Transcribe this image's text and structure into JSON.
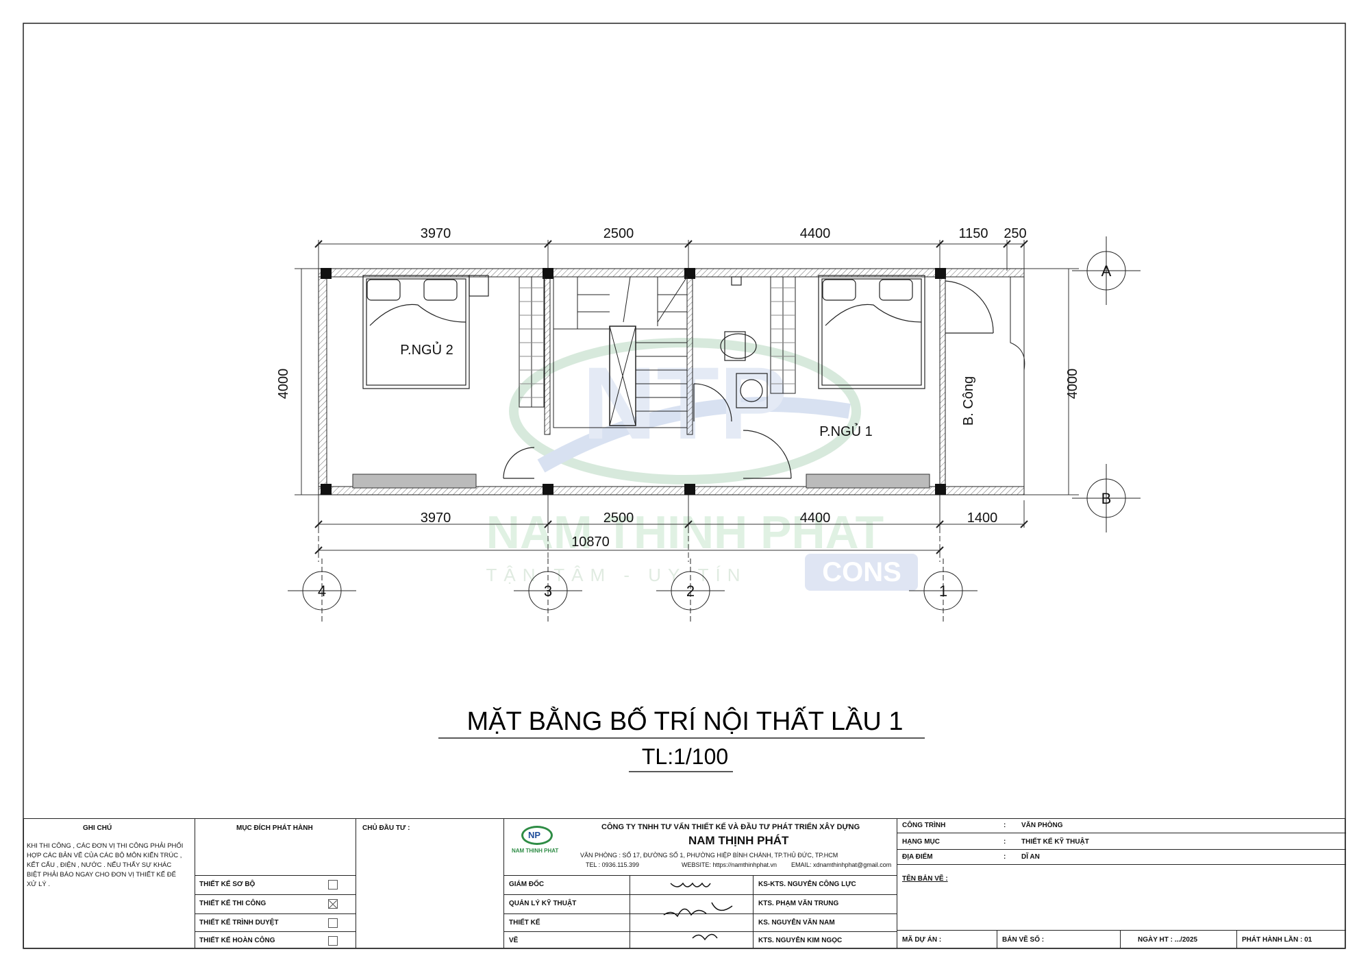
{
  "drawing": {
    "title": "MẶT BẰNG BỐ TRÍ NỘI THẤT LẦU 1",
    "scale": "TL:1/100",
    "dims_top": [
      "3970",
      "2500",
      "4400",
      "1150",
      "250"
    ],
    "dims_bottom": [
      "3970",
      "2500",
      "4400",
      "1400"
    ],
    "dim_total": "10870",
    "dim_left": "4000",
    "dim_right": "4000",
    "axes_cols": [
      "4",
      "3",
      "2",
      "1"
    ],
    "axes_rows": [
      "A",
      "B"
    ],
    "rooms": {
      "bedroom2": "P.NGỦ 2",
      "bedroom1": "P.NGỦ 1",
      "gate": "B. Công"
    },
    "watermark": {
      "name": "NAM THINH PHAT",
      "slogan": "TẬN TÂM - UY TÍN",
      "badge": "CONS",
      "logo": "NTP"
    }
  },
  "titleblock": {
    "notes_header": "GHI CHÚ",
    "notes_text": [
      "KHI THI CÔNG , CÁC ĐƠN VỊ THI CÔNG PHẢI PHỐI",
      "HỢP CÁC BẢN VẼ CỦA CÁC BỘ MÔN KIẾN TRÚC ,",
      "KẾT CẤU , ĐIỆN , NƯỚC . NẾU THẤY SỰ KHÁC",
      "BIỆT PHẢI BÁO NGAY CHO ĐƠN VỊ THIẾT KẾ ĐỂ",
      "XỬ LÝ ."
    ],
    "purpose_header": "MỤC ĐÍCH PHÁT HÀNH",
    "purposes": [
      {
        "label": "THIẾT KẾ SƠ BỘ",
        "checked": false
      },
      {
        "label": "THIẾT KẾ THI CÔNG",
        "checked": true
      },
      {
        "label": "THIẾT KẾ TRÌNH DUYỆT",
        "checked": false
      },
      {
        "label": "THIẾT KẾ HOÀN CÔNG",
        "checked": false
      }
    ],
    "investor_label": "CHỦ ĐẦU TƯ :",
    "company_line": "CÔNG TY TNHH TƯ VẤN THIẾT KẾ VÀ ĐẦU TƯ PHÁT TRIỂN XÂY DỰNG",
    "company_name": "NAM THỊNH PHÁT",
    "office": "VĂN PHÒNG   : SỐ 17, ĐƯỜNG SỐ 1, PHƯỜNG HIỆP BÌNH CHÁNH, TP.THỦ ĐỨC, TP.HCM",
    "tel": "TEL : 0936.115.399",
    "website": "WEBSITE: https://namthinhphat.vn",
    "email": "EMAIL: xdnamthinhphat@gmail.com",
    "logo_text": "NAM THINH PHAT",
    "logo_abbr": "NP",
    "roles": [
      {
        "role": "GIÁM ĐỐC",
        "name": "KS-KTS. NGUYỄN CÔNG LỰC"
      },
      {
        "role": "QUẢN LÝ KỸ THUẬT",
        "name": "KTS. PHẠM VĂN  TRUNG"
      },
      {
        "role": "THIẾT KẾ",
        "name": "KS. NGUYỄN VĂN NAM"
      },
      {
        "role": "VẼ",
        "name": "KTS. NGUYỄN KIM NGỌC"
      }
    ],
    "project_rows": [
      {
        "label": "CÔNG TRÌNH",
        "value": "VĂN PHÒNG"
      },
      {
        "label": "HẠNG MỤC",
        "value": "THIẾT KẾ KỸ THUẬT"
      },
      {
        "label": "ĐỊA ĐIỂM",
        "value": "DĨ AN"
      }
    ],
    "sheet_name_label": "TÊN BẢN VẼ :",
    "project_code_label": "MÃ DỰ ÁN :",
    "sheet_no_label": "BẢN VẼ SỐ :",
    "date_label": "NGÀY HT :  .../2025",
    "issue_label": "PHÁT HÀNH LẦN :  01"
  }
}
